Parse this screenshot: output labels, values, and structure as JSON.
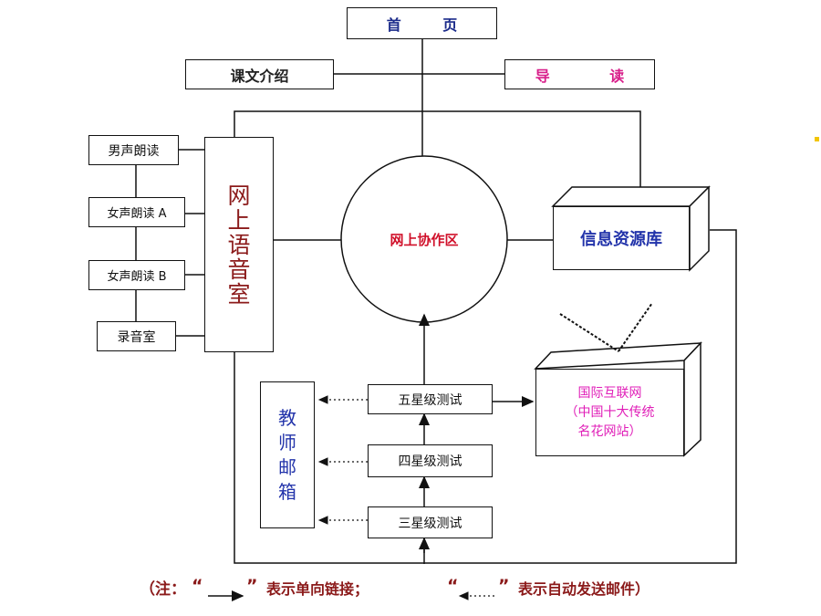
{
  "colors": {
    "navy": "#1a2a8a",
    "maroon": "#8b1a1a",
    "red": "#d0102a",
    "magenta": "#e01fb8",
    "legend": "#8b1a1a"
  },
  "nodes": {
    "home": "首 页",
    "intro": "课文介绍",
    "guide": "导 读",
    "male": "男声朗读",
    "femaleA": "女声朗读 A",
    "femaleB": "女声朗读 B",
    "recording": "录音室",
    "voice_room": [
      "网",
      "上",
      "语",
      "音",
      "室"
    ],
    "collab": "网上协作区",
    "resource": "信息资源库",
    "internet": [
      "国际互联网",
      "（中国十大传统",
      "名花网站）"
    ],
    "test5": "五星级测试",
    "test4": "四星级测试",
    "test3": "三星级测试",
    "mail": [
      "教",
      "师",
      "邮",
      "箱"
    ]
  },
  "legend": {
    "open": "（注：",
    "q1_open": "“",
    "q1_close": "”",
    "single": "表示单向链接；",
    "q2_open": "“",
    "q2_close": "”",
    "auto": "表示自动发送邮件）"
  }
}
